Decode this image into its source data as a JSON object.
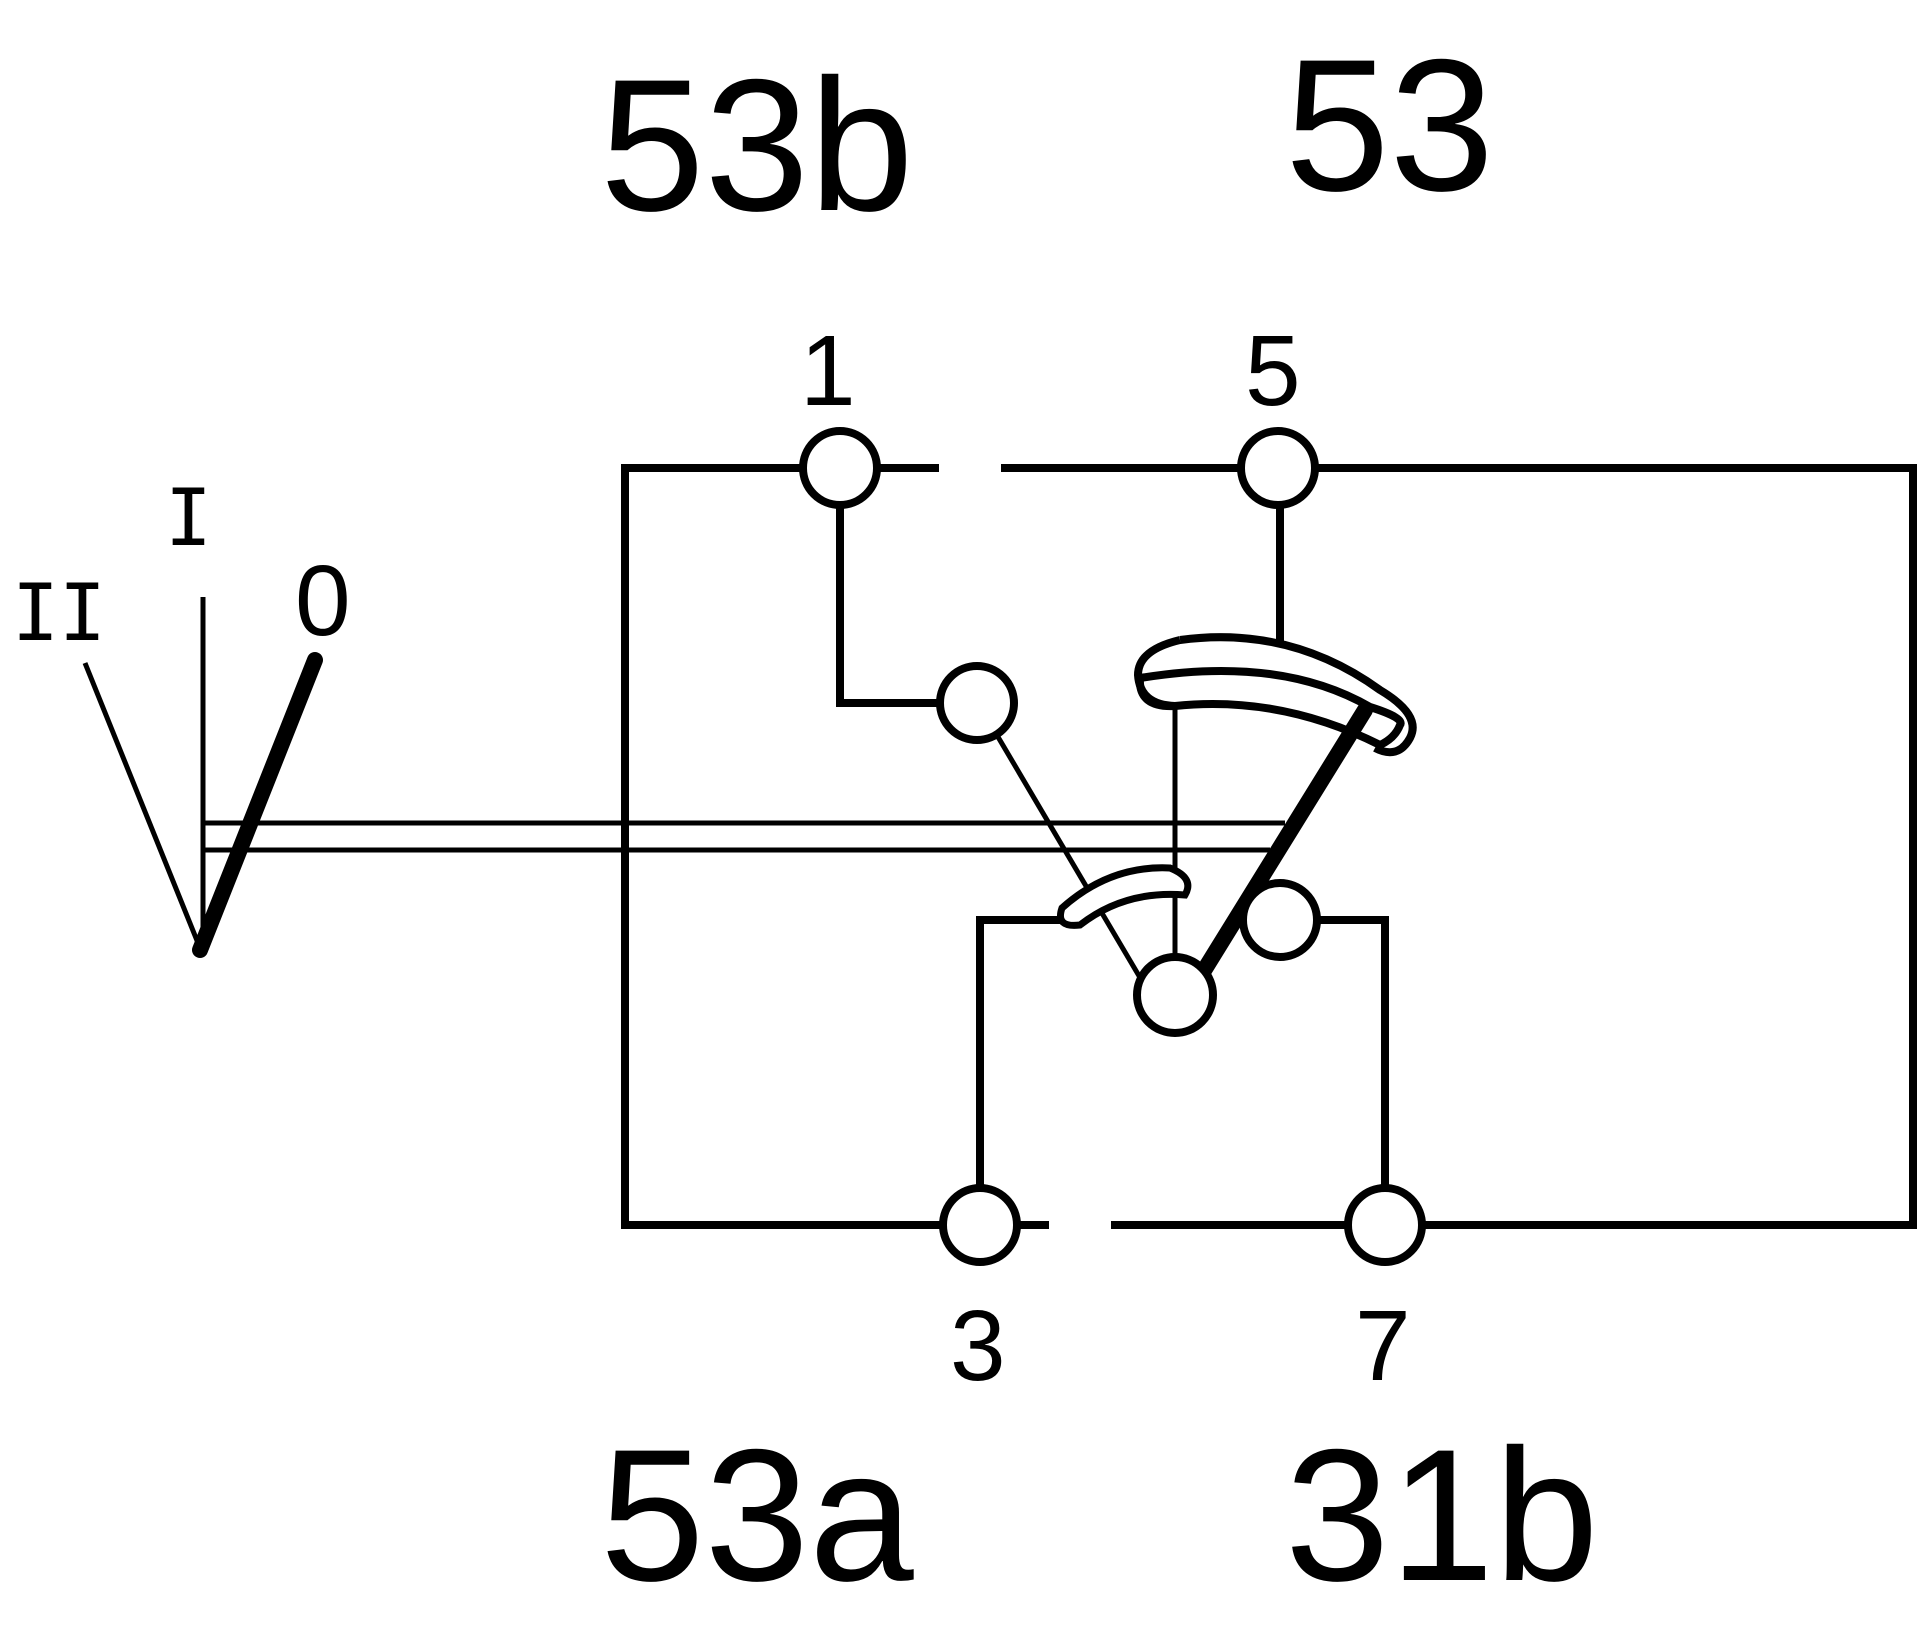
{
  "terminals": {
    "t53b": "53b",
    "t53": "53",
    "t53a": "53a",
    "t31b": "31b"
  },
  "pins": {
    "p1": "1",
    "p5": "5",
    "p3": "3",
    "p7": "7"
  },
  "positions": {
    "pos0": "0",
    "posI": "I",
    "posII": "II"
  }
}
